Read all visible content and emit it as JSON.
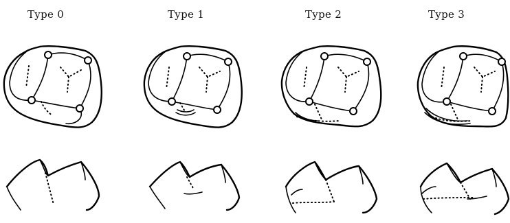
{
  "panels": [
    {
      "label": "Type 0"
    },
    {
      "label": "Type 1"
    },
    {
      "label": "Type 2"
    },
    {
      "label": "Type 3"
    }
  ],
  "colors": {
    "line": "#000000",
    "background": "#ffffff"
  }
}
